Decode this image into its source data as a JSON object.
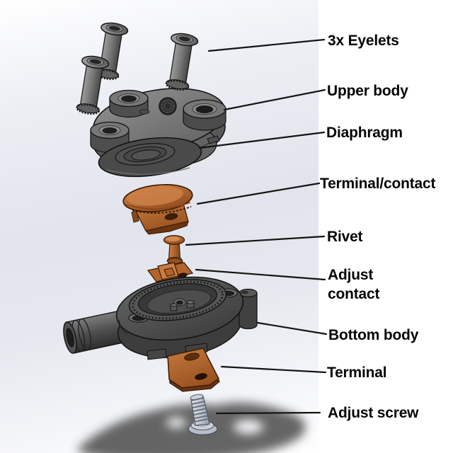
{
  "figure": {
    "kind": "exploded-view-diagram"
  },
  "parts": [
    {
      "id": "eyelets",
      "label": "3x Eyelets"
    },
    {
      "id": "upper-body",
      "label": "Upper body"
    },
    {
      "id": "diaphragm",
      "label": "Diaphragm"
    },
    {
      "id": "terminal-contact",
      "label": "Terminal/contact"
    },
    {
      "id": "rivet",
      "label": "Rivet"
    },
    {
      "id": "adjust-contact",
      "label": "Adjust contact"
    },
    {
      "id": "bottom-body",
      "label": "Bottom body"
    },
    {
      "id": "terminal",
      "label": "Terminal"
    },
    {
      "id": "adjust-screw",
      "label": "Adjust screw"
    }
  ],
  "colors": {
    "copper": "#b4672f",
    "copper_dark": "#6b3410",
    "gray_light": "#7e7e7e",
    "gray_dark": "#4a4a4a",
    "screw_metal": "#c3c8d2",
    "background_mid": "#e2e5ec",
    "label_text": "#050505",
    "leader_line": "#141414"
  }
}
